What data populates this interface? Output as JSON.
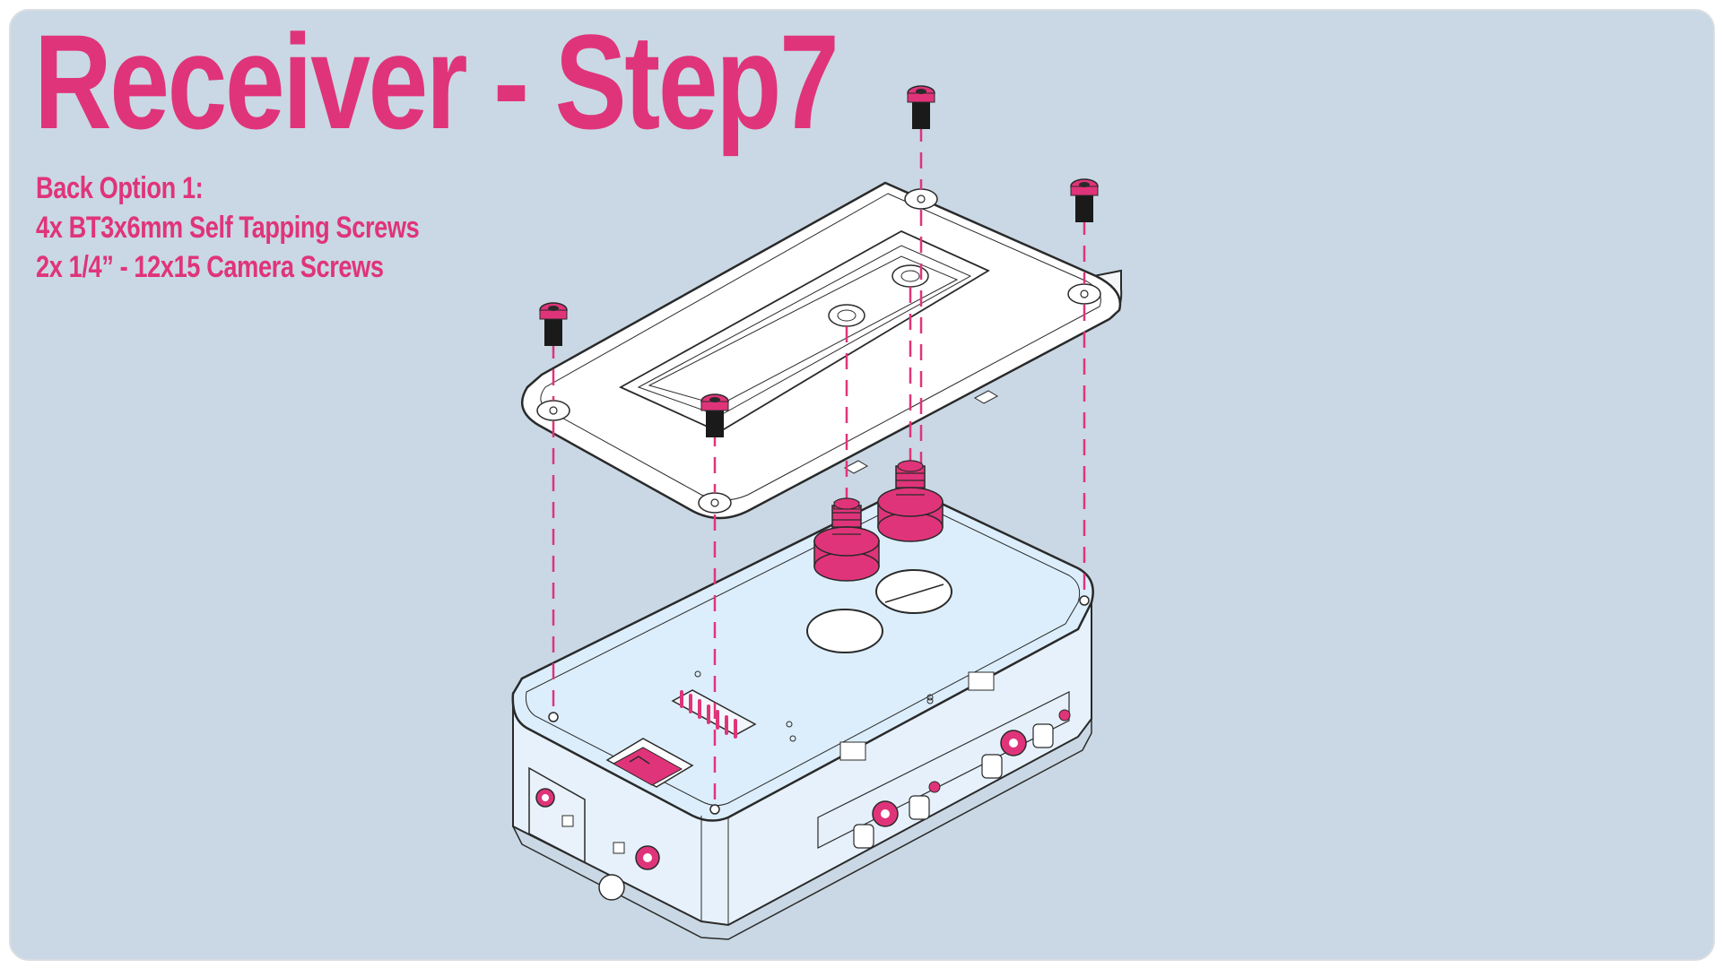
{
  "page": {
    "title": "Receiver - Step7",
    "notes": [
      "Back Option 1:",
      "4x BT3x6mm Self Tapping Screws",
      "2x 1/4” - 12x15 Camera Screws"
    ]
  },
  "colors": {
    "accent": "#e0347a",
    "panel_background": "#c9d8e4",
    "receiver_body": "#dceefc",
    "back_plate": "#ffffff",
    "line": "#2a2a2a"
  }
}
